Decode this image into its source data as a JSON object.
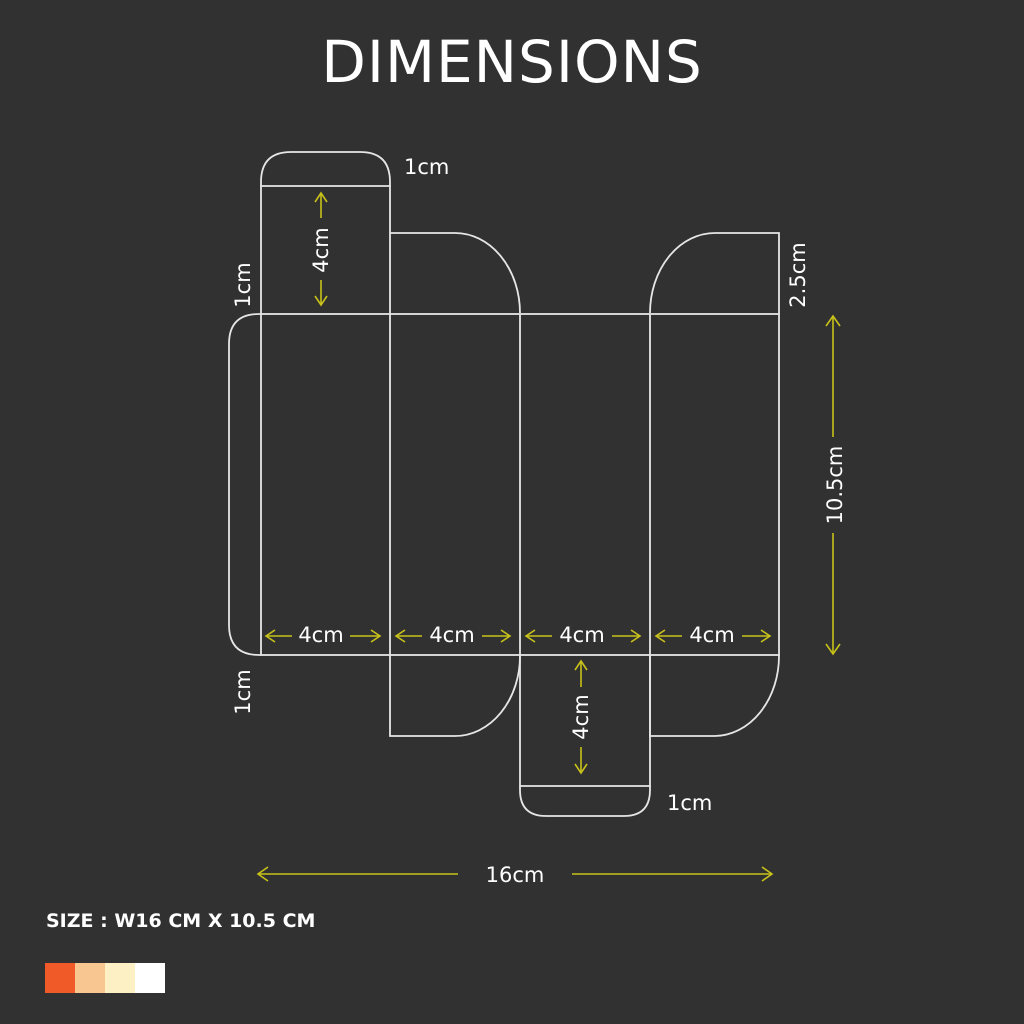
{
  "title": "DIMENSIONS",
  "labels": {
    "top_flap_height": "1cm",
    "top_tuck_height": "4cm",
    "left_glue_flap": "1cm",
    "side_flap_height": "2.5cm",
    "panel_height": "10.5cm",
    "panel_width_1": "4cm",
    "panel_width_2": "4cm",
    "panel_width_3": "4cm",
    "panel_width_4": "4cm",
    "bottom_left_gap": "1cm",
    "bottom_tuck_height": "4cm",
    "bottom_flap_height": "1cm",
    "total_width": "16cm"
  },
  "size_text": "SIZE : W16 CM X 10.5 CM",
  "colors": {
    "background": "#313131",
    "line": "#e6e6e6",
    "arrow": "#c8c21a",
    "swatches": [
      "#f05a28",
      "#f8c690",
      "#fdf0c4",
      "#ffffff"
    ]
  }
}
